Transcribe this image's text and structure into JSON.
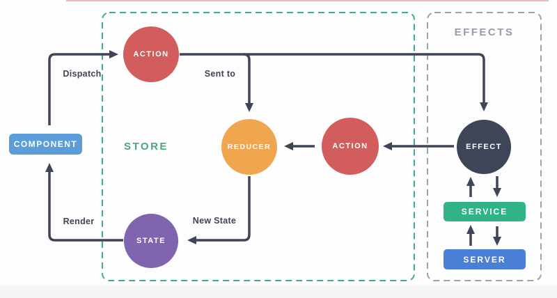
{
  "diagram": {
    "groups": {
      "store": {
        "label": "STORE",
        "border_color": "#35b285",
        "label_color": "#47a87b"
      },
      "effects": {
        "label": "EFFECTS",
        "border_color": "#9aa2b1",
        "label_color": "#949cad"
      }
    },
    "nodes": {
      "action_top": {
        "label": "ACTION",
        "shape": "circle",
        "color": "#d35d5d"
      },
      "reducer": {
        "label": "REDUCER",
        "shape": "circle",
        "color": "#f0a64e"
      },
      "action_right": {
        "label": "ACTION",
        "shape": "circle",
        "color": "#d35d5d"
      },
      "state": {
        "label": "STATE",
        "shape": "circle",
        "color": "#8064b0"
      },
      "effect": {
        "label": "EFFECT",
        "shape": "circle",
        "color": "#3e4557"
      },
      "component": {
        "label": "COMPONENT",
        "shape": "rounded-rect",
        "color": "#5b9dd9"
      },
      "service": {
        "label": "SERVICE",
        "shape": "rounded-rect",
        "color": "#2fb387"
      },
      "server": {
        "label": "SERVER",
        "shape": "rounded-rect",
        "color": "#4a7fd6"
      }
    },
    "edge_labels": {
      "dispatch": "Dispatch",
      "sent_to": "Sent to",
      "new_state": "New State",
      "render": "Render"
    },
    "arrow_color": "#3e4557",
    "node_text_color": "#ffffff"
  }
}
